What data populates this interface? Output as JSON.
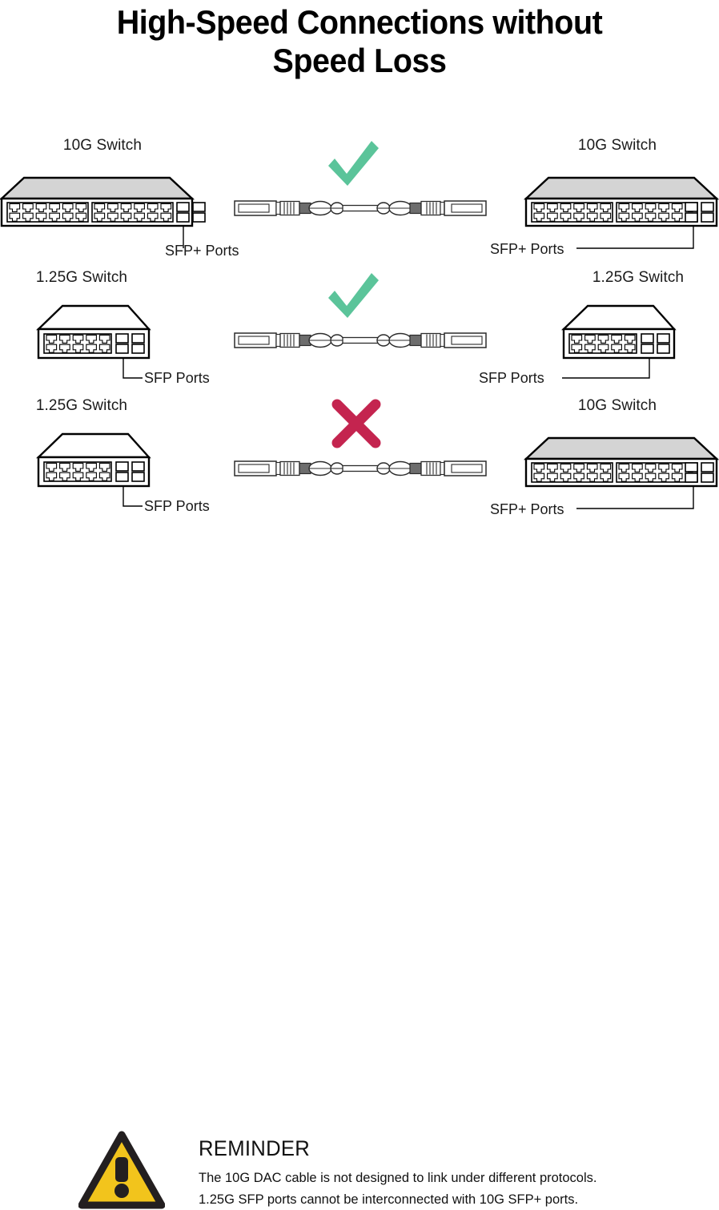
{
  "title": {
    "line1": "High-Speed Connections without",
    "line2": "Speed Loss"
  },
  "colors": {
    "check_green": "#5BC49A",
    "cross_red": "#C4244F",
    "warning_yellow": "#F2C41C",
    "warning_outline": "#231F20",
    "switch_top_gray": "#D4D4D4",
    "line_black": "#000000"
  },
  "rows": [
    {
      "id": "row-1",
      "status": "compatible",
      "status_icon": "check-icon",
      "left": {
        "device_label": "10G Switch",
        "device_type": "10g-switch",
        "port_label": "SFP+ Ports"
      },
      "right": {
        "device_label": "10G Switch",
        "device_type": "10g-switch",
        "port_label": "SFP+ Ports"
      },
      "cable": "10G DAC cable"
    },
    {
      "id": "row-2",
      "status": "compatible",
      "status_icon": "check-icon",
      "left": {
        "device_label": "1.25G Switch",
        "device_type": "1.25g-switch",
        "port_label": "SFP Ports"
      },
      "right": {
        "device_label": "1.25G Switch",
        "device_type": "1.25g-switch",
        "port_label": "SFP Ports"
      },
      "cable": "10G DAC cable"
    },
    {
      "id": "row-3",
      "status": "incompatible",
      "status_icon": "cross-icon",
      "left": {
        "device_label": "1.25G Switch",
        "device_type": "1.25g-switch",
        "port_label": "SFP Ports"
      },
      "right": {
        "device_label": "10G Switch",
        "device_type": "10g-switch",
        "port_label": "SFP+ Ports"
      },
      "cable": "10G DAC cable"
    }
  ],
  "reminder": {
    "icon": "warning-triangle-icon",
    "title": "REMINDER",
    "line1": "The 10G DAC cable is not designed to link under different protocols.",
    "line2": "1.25G SFP ports cannot be interconnected with 10G SFP+ ports."
  }
}
